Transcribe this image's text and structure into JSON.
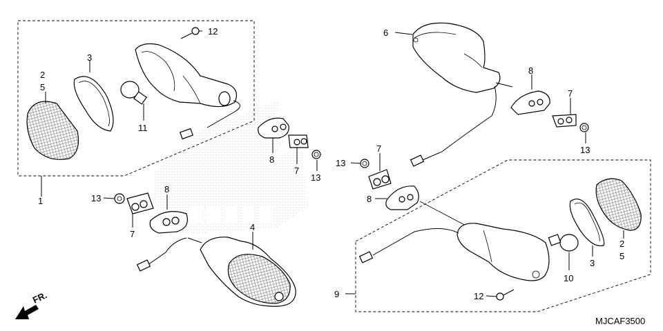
{
  "diagram": {
    "code": "MJCAF3500",
    "direction_label": "FR.",
    "callouts": {
      "left_group": {
        "lens": [
          "2",
          "5"
        ],
        "gasket": "3",
        "bulb": "11",
        "screw": "12",
        "assembly": "1"
      },
      "right_group": {
        "lens": [
          "2",
          "5"
        ],
        "gasket": "3",
        "bulb": "10",
        "screw": "12",
        "assembly": "9"
      },
      "front_left_body": "6",
      "rear_body": "4",
      "mounts": {
        "upper_left": {
          "rubber": "8",
          "collar": "7",
          "nut": "13"
        },
        "upper_right": {
          "rubber": "8",
          "collar": "7",
          "nut": "13"
        },
        "lower_left": {
          "rubber": "8",
          "collar": "7",
          "nut": "13"
        },
        "middle": {
          "rubber": "8",
          "collar": "7",
          "nut": "13"
        }
      }
    }
  }
}
